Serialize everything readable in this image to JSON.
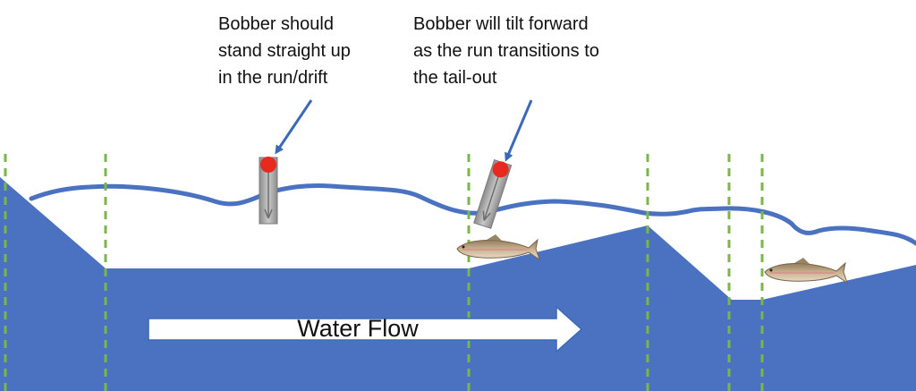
{
  "callouts": [
    {
      "text": "Bobber should\nstand straight up\nin the run/drift"
    },
    {
      "text": "Bobber will tilt forward\nas the run transitions to\nthe tail-out"
    }
  ],
  "flow_label": "Water Flow",
  "colors": {
    "water_body": "#4a72c0",
    "surface_line": "#4a72c0",
    "arrow": "#3a69b8",
    "section_divider": "#7ab648",
    "bobber_top": "#e8291f",
    "bobber_body": "#a8a8a8",
    "fish": "#b59a78"
  },
  "icons": [
    "bobber-icon",
    "fish-icon",
    "arrow-right-icon"
  ]
}
